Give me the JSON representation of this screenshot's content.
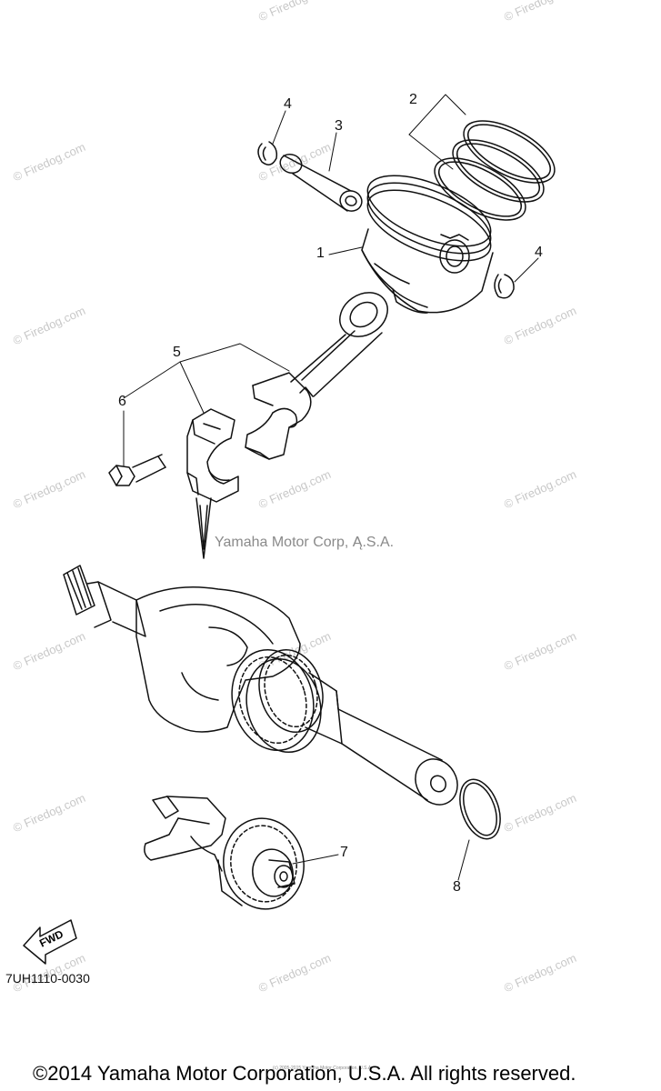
{
  "callouts": [
    "1",
    "2",
    "3",
    "4",
    "4",
    "5",
    "6",
    "7",
    "8"
  ],
  "corp_watermark": "Yamaha Motor Corp, Ą.S.A.",
  "drawing_code": "7UH1110-0030",
  "fwd_label": "FWD",
  "watermark_text": "© Firedog.com",
  "copyright": "©2014 Yamaha Motor Corporation, U.S.A. All rights reserved.",
  "copyright_small": "(c) 2005-2015 Yamaha Motor Corporation, U.S.A.",
  "colors": {
    "line": "#111111",
    "watermark": "#c8c8c8",
    "corp": "#8a8a8a"
  }
}
